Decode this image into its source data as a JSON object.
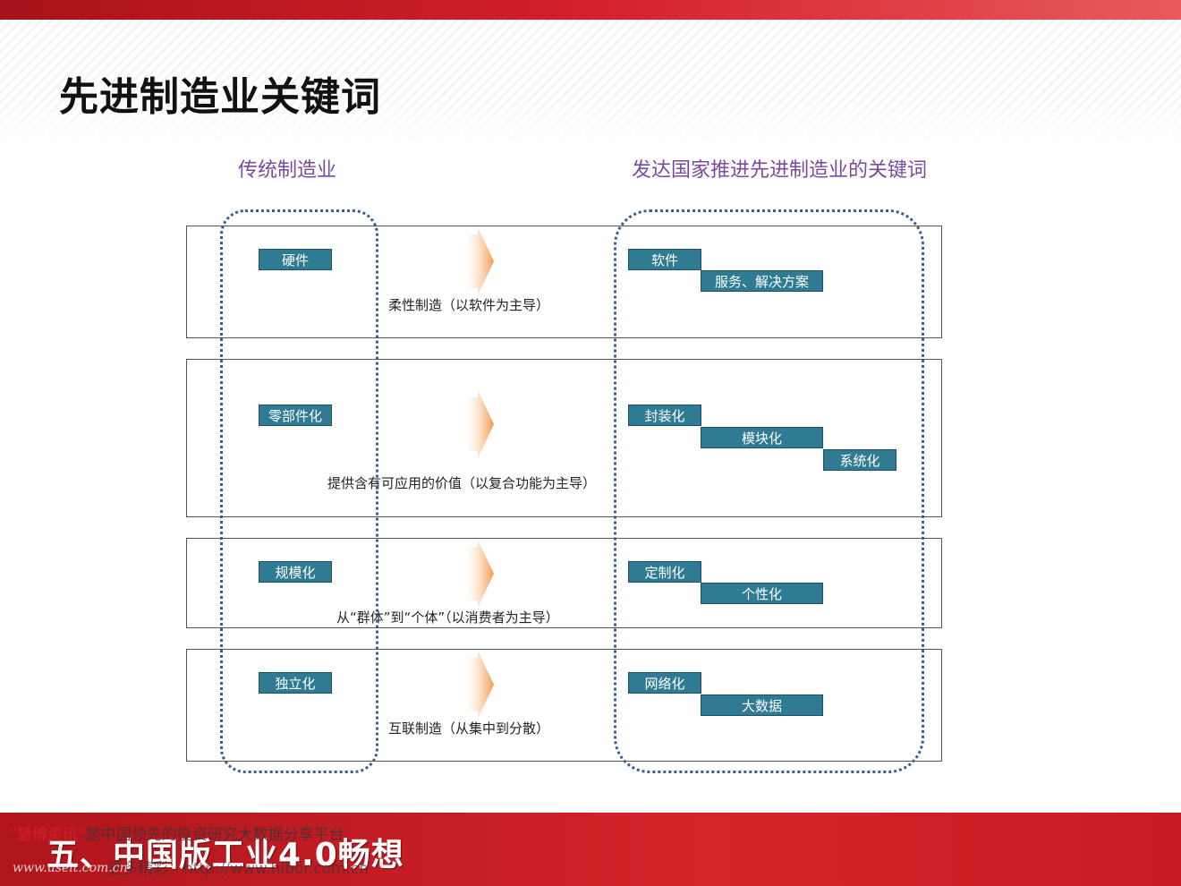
{
  "title": "先进制造业关键词",
  "headers": {
    "left": "传统制造业",
    "right": "发达国家推进先进制造业的关键词"
  },
  "rows": [
    {
      "traditional": "硬件",
      "caption": "柔性制造（以软件为主导）",
      "advanced": [
        "软件",
        "服务、解决方案"
      ]
    },
    {
      "traditional": "零部件化",
      "caption": "提供含有可应用的价值（以复合功能为主导）",
      "advanced": [
        "封装化",
        "模块化",
        "系统化"
      ]
    },
    {
      "traditional": "规模化",
      "caption": "从“群体”到“个体”（以消费者为主导）",
      "advanced": [
        "定制化",
        "个性化"
      ]
    },
    {
      "traditional": "独立化",
      "caption": "互联制造（从集中到分散）",
      "advanced": [
        "网络化",
        "大数据"
      ]
    }
  ],
  "footer": {
    "section_title": "五、中国版工业4.0畅想"
  },
  "watermark": {
    "brand": "“慧博资讯”",
    "line1_rest": "是中国领先的投资研究大数据分享平台",
    "line2": "更多精彩：http://www.hibor.com.cn",
    "site": "www.useit.com.cn"
  },
  "colors": {
    "tag_fill": "#2f7b93",
    "header_text": "#7a4a9e",
    "dashed_outline": "#3d5e8c",
    "banner_red": "#d4202a",
    "arrow_orange": "#f39a4a"
  }
}
